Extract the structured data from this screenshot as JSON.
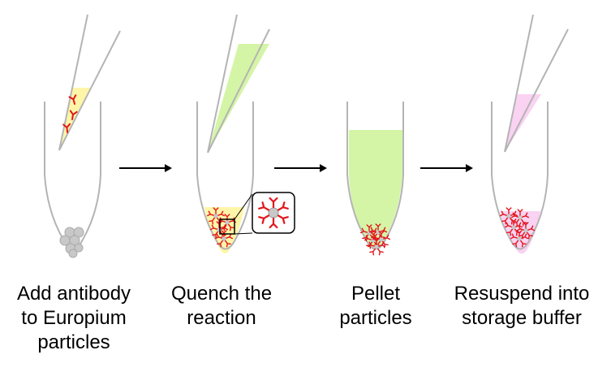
{
  "steps": [
    {
      "label_lines": [
        "Add antibody",
        "to Europium",
        "particles"
      ]
    },
    {
      "label_lines": [
        "Quench the",
        "reaction"
      ]
    },
    {
      "label_lines": [
        "Pellet",
        "particles"
      ]
    },
    {
      "label_lines": [
        "Resuspend into",
        "storage buffer"
      ]
    }
  ],
  "colors": {
    "antibody_solution": "#fff5a8",
    "quench_solution": "#d4f5a6",
    "storage_buffer": "#fad2f2",
    "antibody": "#e3141a",
    "particle": "#c8c8c8",
    "tube_outline": "#b4b4b4",
    "arrow": "#000000"
  }
}
